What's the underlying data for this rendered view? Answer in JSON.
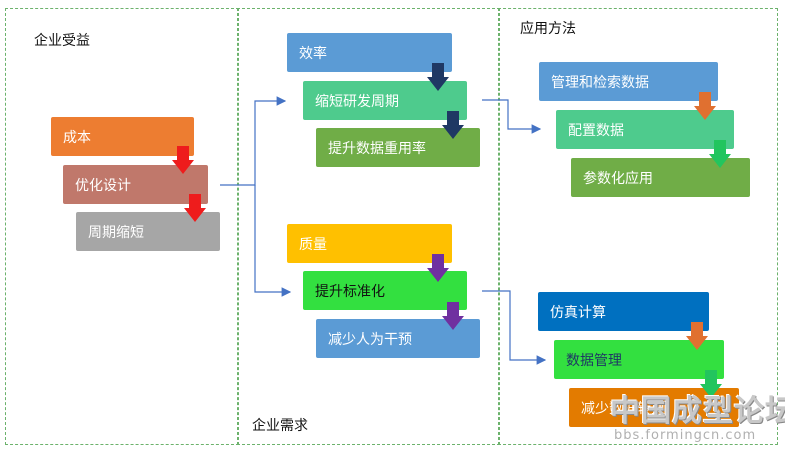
{
  "panels": {
    "benefits": {
      "title": "企业受益"
    },
    "needs": {
      "title": "企业需求"
    },
    "methods": {
      "title": "应用方法"
    }
  },
  "benefits": [
    "成本",
    "优化设计",
    "周期缩短"
  ],
  "efficiency_group": [
    "效率",
    "缩短研发周期",
    "提升数据重用率"
  ],
  "quality_group": [
    "质量",
    "提升标准化",
    "减少人为干预"
  ],
  "data_method_group": [
    "管理和检索数据",
    "配置数据",
    "参数化应用"
  ],
  "sim_method_group": [
    "仿真计算",
    "数据管理",
    "减少数据转换"
  ],
  "watermark": {
    "main": "中国成型论坛",
    "sub": "bbs.formingcn.com"
  },
  "colors": {
    "orange": "#ed7d31",
    "terracotta": "#c0786b",
    "gray": "#a6a6a6",
    "blue": "#5b9bd5",
    "teal": "#4ecb8d",
    "green": "#70ad47",
    "gold": "#ffc000",
    "brightgreen": "#33e040",
    "navy": "#0070c0",
    "darkorange": "#e37b00",
    "arrow_red": "#ee1c1c",
    "arrow_navy": "#1f3864",
    "arrow_purple": "#7030a0",
    "arrow_orange": "#e07030",
    "arrow_green": "#22c55e",
    "line": "#4472c4",
    "panel_border": "#6cb26c"
  },
  "icons": [
    "down-arrow-icon"
  ]
}
